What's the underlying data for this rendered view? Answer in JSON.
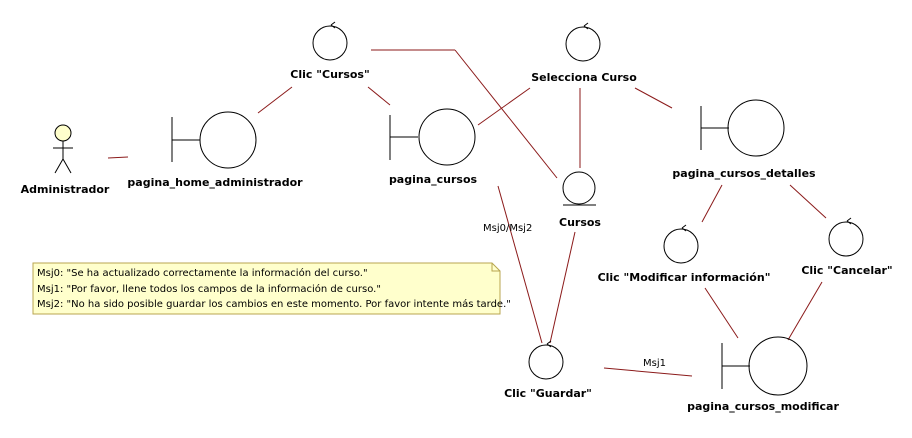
{
  "actor": {
    "label": "Administrador"
  },
  "boundaries": {
    "home_admin": "pagina_home_administrador",
    "cursos": "pagina_cursos",
    "cursos_detalles": "pagina_cursos_detalles",
    "cursos_modificar": "pagina_cursos_modificar"
  },
  "controls": {
    "clic_cursos": "Clic \"Cursos\"",
    "selecciona_curso": "Selecciona Curso",
    "clic_modificar": "Clic \"Modificar información\"",
    "clic_cancelar": "Clic \"Cancelar\"",
    "clic_guardar": "Clic \"Guardar\""
  },
  "entities": {
    "cursos": "Cursos"
  },
  "messages": {
    "msj0_msj2": "Msj0/Msj2",
    "msj1": "Msj1"
  },
  "note": {
    "lines": [
      "Msj0: \"Se ha actualizado correctamente la información del curso.\"",
      "Msj1: \"Por favor, llene todos los campos de la información de curso.\"",
      "Msj2: \"No ha sido posible guardar los cambios en este momento. Por favor intente más tarde.\""
    ]
  },
  "colors": {
    "link": "#8b1a1a",
    "actor_head": "#ffffcc",
    "note_fill": "#ffffcc",
    "note_border": "#b8a650"
  }
}
